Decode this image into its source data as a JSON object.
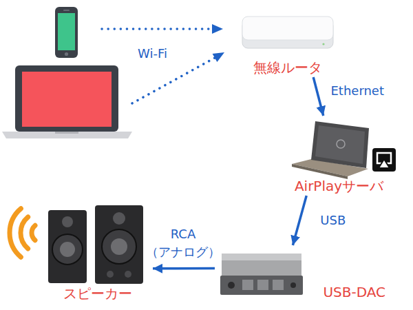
{
  "diagram": {
    "nodes": [
      {
        "text": [
          "無線ルータ"
        ]
      },
      {
        "text": [
          "AirPlayサーバ"
        ]
      },
      {
        "text": [
          "USB-DAC"
        ]
      },
      {
        "text": [
          "スピーカー"
        ]
      }
    ],
    "edges": [
      {
        "from": 0,
        "to": 1,
        "label": "Ethernet",
        "arrow": "to"
      },
      {
        "from": 1,
        "to": 2,
        "label": "USB",
        "arrow": "to"
      },
      {
        "from": 2,
        "to": 3,
        "label": "RCA （アナログ）",
        "arrow": "to"
      }
    ],
    "labels": [
      "Wi-Fi"
    ]
  }
}
